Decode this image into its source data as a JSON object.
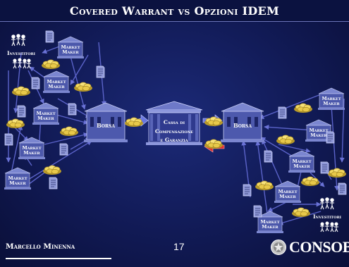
{
  "title": "Covered Warrant vs Opzioni IDEM",
  "nodes": {
    "investitori_label": "Investitori",
    "market_maker_line1": "Market",
    "market_maker_line2": "Maker",
    "borsa_label": "Borsa",
    "cassa_line1": "Cassa di",
    "cassa_line2": "Compensazione",
    "cassa_line3": "e Garanzia"
  },
  "footer": {
    "author": "Marcello Minenna",
    "page": "17",
    "brand": "CONSOB"
  },
  "icons": {
    "people": "people-icon",
    "building": "building-icon",
    "coins": "coin-pile-icon",
    "document": "document-icon",
    "arrows": "exchange-arrow-icon",
    "emblem": "consob-emblem-icon"
  },
  "colors": {
    "background": "#111a55",
    "arrow": "#5b63c9",
    "coins": "#e8c94a",
    "building": "#5a66b8",
    "red_arrow": "#e03030"
  }
}
